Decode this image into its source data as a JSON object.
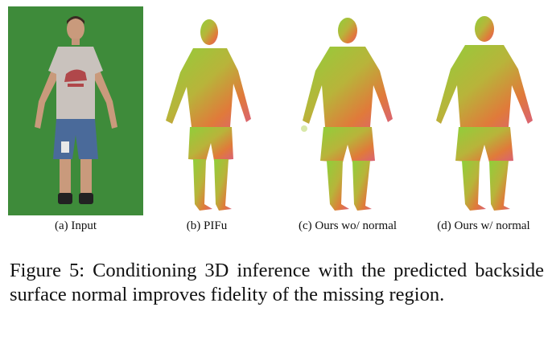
{
  "figure": {
    "panels": [
      {
        "id": "input",
        "caption": "(a) Input"
      },
      {
        "id": "pifu",
        "caption": "(b) PIFu"
      },
      {
        "id": "ours-wo-normal",
        "caption": "(c) Ours wo/ normal"
      },
      {
        "id": "ours-w-normal",
        "caption": "(d) Ours w/ normal"
      }
    ],
    "caption": "Figure 5: Conditioning 3D inference with the predicted backside surface normal improves fidelity of the missing region."
  },
  "colors": {
    "green_screen": "#3e8b3a",
    "mesh_green": "#8fcf3a",
    "mesh_orange": "#e07a3a",
    "mesh_pink": "#d9607a",
    "shirt": "#c9c2bd",
    "shorts": "#4a6a9a"
  }
}
